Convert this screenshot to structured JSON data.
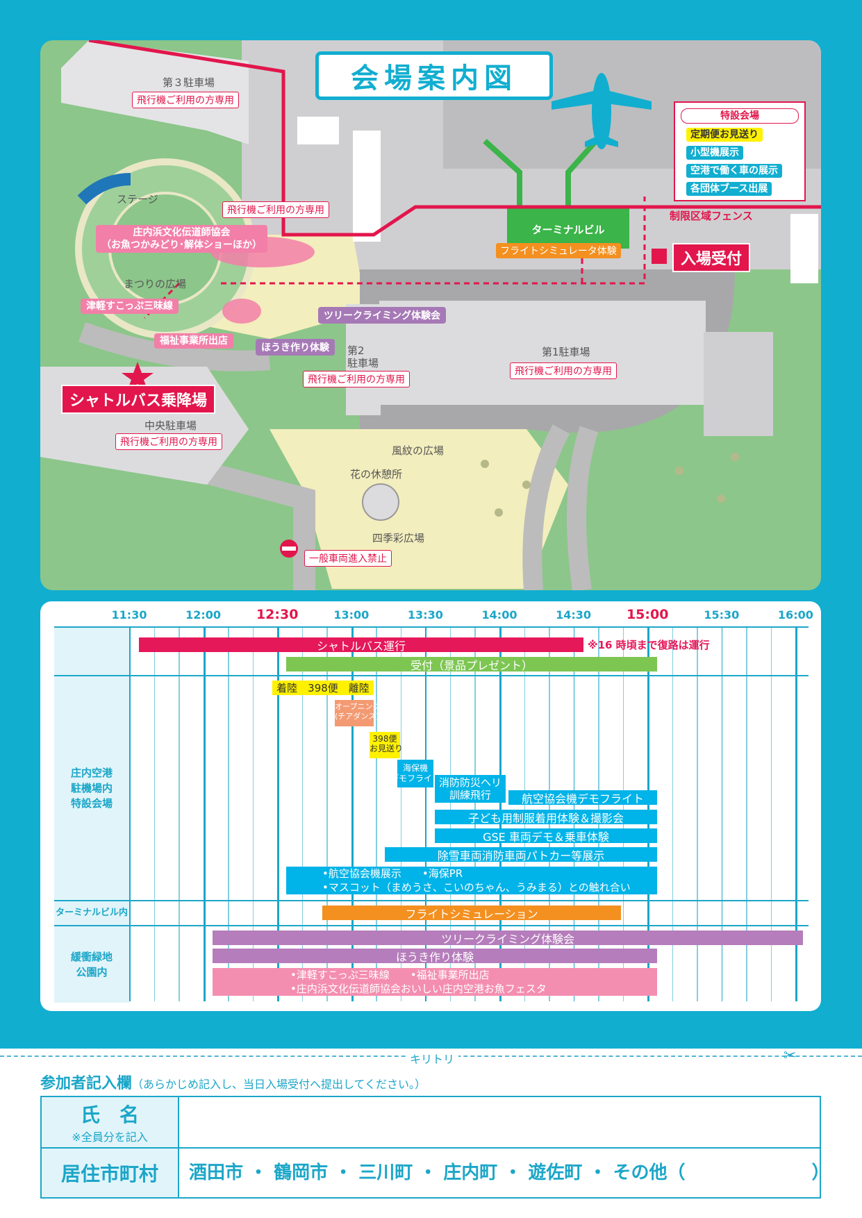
{
  "map": {
    "title": "会場案内図",
    "labels": {
      "parking3": "第３駐車場",
      "parking3_note": "飛行機ご利用の方専用",
      "parking_upper_note": "飛行機ご利用の方専用",
      "stage": "ステージ",
      "shonai_assoc": "庄内浜文化伝道師協会\n（お魚つかみどり･解体ショーほか）",
      "matsuri": "まつりの広場",
      "tsugaru": "津軽すこっぷ三味線",
      "fukushi": "福祉事業所出店",
      "tree_climb": "ツリークライミング体験会",
      "houki": "ほうき作り体験",
      "parking2": "第2\n駐車場",
      "parking2_note": "飛行機ご利用の方専用",
      "parking1": "第1駐車場",
      "parking1_note": "飛行機ご利用の方専用",
      "shuttle": "シャトルバス乗降場",
      "central_parking": "中央駐車場",
      "central_parking_note": "飛行機ご利用の方専用",
      "fumon": "風紋の広場",
      "hana": "花の休憩所",
      "shikisai": "四季彩広場",
      "no_entry": "一般車両進入禁止",
      "terminal": "ターミナルビル",
      "flight_sim": "フライトシミュレータ体験",
      "fence": "制限区域フェンス",
      "entry": "入場受付"
    },
    "legend": {
      "header": "特設会場",
      "items": [
        {
          "label": "定期便お見送り",
          "bg": "#fff100",
          "fg": "#333333"
        },
        {
          "label": "小型機展示",
          "bg": "#11aed0",
          "fg": "#ffffff"
        },
        {
          "label": "空港で働く車の展示",
          "bg": "#11aed0",
          "fg": "#ffffff"
        },
        {
          "label": "各団体ブース出展",
          "bg": "#11aed0",
          "fg": "#ffffff"
        }
      ]
    }
  },
  "timetable": {
    "ticks": [
      "11:30",
      "12:00",
      "12:30",
      "13:00",
      "13:30",
      "14:00",
      "14:30",
      "15:00",
      "15:30",
      "16:00"
    ],
    "highlight_ticks": [
      "12:30",
      "15:00"
    ],
    "sections": {
      "special": "庄内空港\n駐機場内\n特設会場",
      "terminal": "ターミナルビル内",
      "park": "緩衝緑地\n公園内"
    },
    "bars": {
      "shuttle": "シャトルバス運行",
      "shuttle_note": "※16 時頃まで復路は運行",
      "reception": "受付（景品プレゼント）",
      "flight398": "着陸　398便　離陸",
      "opening": "オープニング\n(チアダンス)",
      "seeoff": "398便\nお見送り",
      "coastguard": "海保機\nデモフライト",
      "fire_heli": "消防防災ヘリ\n訓練飛行",
      "aviation_demo": "航空協会機デモフライト",
      "kids_uniform": "子ども用制服着用体験＆撮影会",
      "gse": "GSE 車両デモ＆乗車体験",
      "snow_vehicles": "除雪車両消防車両パトカー等展示",
      "exhibit_line1": "•航空協会機展示　　•海保PR",
      "exhibit_line2": "•マスコット（まめうさ、こいのちゃん、うみまる）との触れ合い",
      "flight_simulation": "フライトシミュレーション",
      "tree": "ツリークライミング体験会",
      "houki": "ほうき作り体験",
      "park_line1": "•津軽すこっぷ三味線　　•福祉事業所出店",
      "park_line2": "•庄内浜文化伝道師協会おいしい庄内空港お魚フェスタ"
    },
    "colors": {
      "red": "#e5185a",
      "green": "#7dc652",
      "blue": "#00b3e8",
      "orange": "#f39020",
      "purple": "#b57dbb",
      "pink": "#f48eb1",
      "yellow": "#fff100"
    }
  },
  "form": {
    "cut_label": "キリトリ",
    "title": "参加者記入欄",
    "title_note": "（あらかじめ記入し、当日入場受付へ提出してください。）",
    "name_label": "氏　名",
    "name_note": "※全員分を記入",
    "residence_label": "居住市町村",
    "residence_options": "酒田市 ・ 鶴岡市 ・ 三川町 ・ 庄内町 ・ 遊佐町 ・ その他（　　　　　　　）"
  }
}
